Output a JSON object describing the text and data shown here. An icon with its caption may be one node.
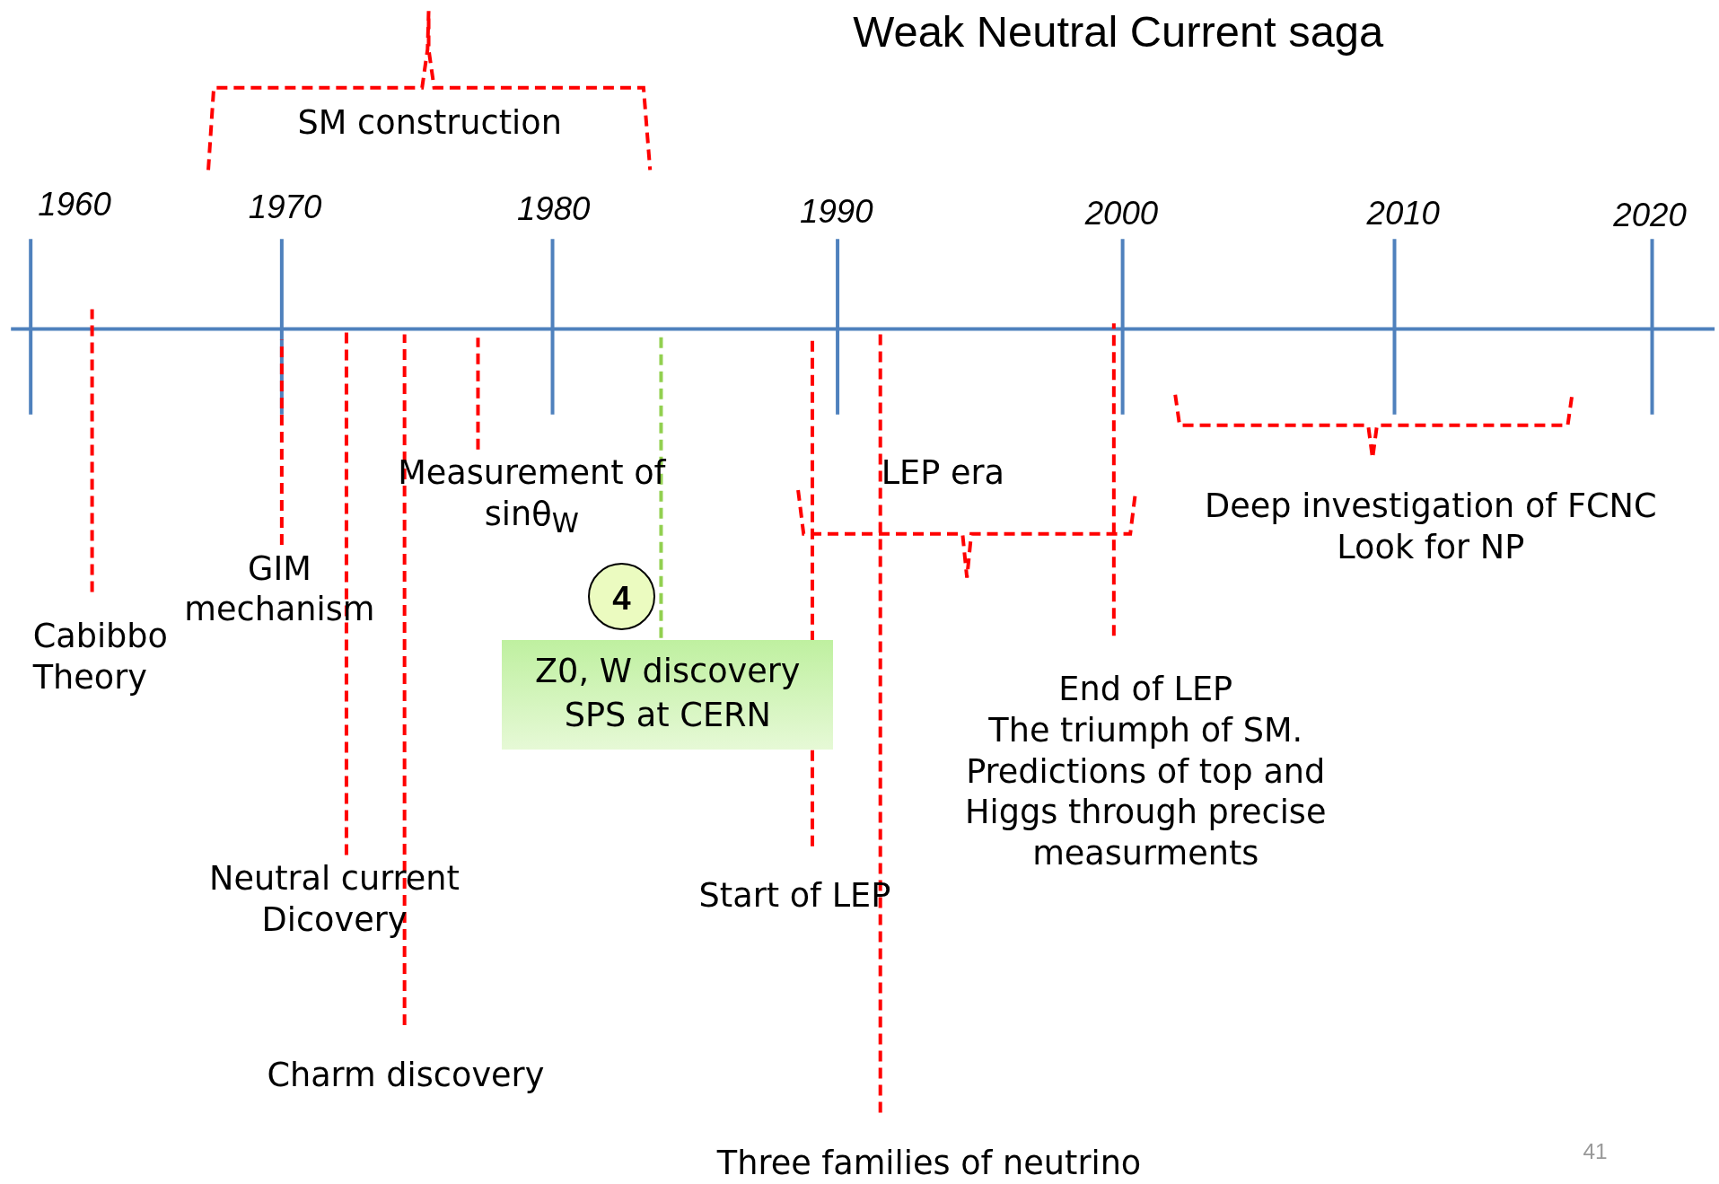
{
  "diagram": {
    "title": "Weak Neutral Current saga",
    "nodes": [
      {
        "text": [
          "Cabibbo Theory"
        ]
      },
      {
        "text": [
          "GIM mechanism"
        ]
      },
      {
        "text": [
          "Measurement of sinθ$_{W}$"
        ]
      },
      {
        "text": [
          "Neutral current Dicovery"
        ]
      },
      {
        "text": [
          "Charm discovery"
        ]
      },
      {
        "text": [
          "4"
        ]
      },
      {
        "text": [
          "Z0, W discovery SPS at CERN"
        ]
      },
      {
        "text": [
          "Start of LEP"
        ]
      },
      {
        "text": [
          "Three families of neutrino"
        ]
      },
      {
        "text": [
          "End of LEP",
          "The triumph of SM. Predictions of top and Higgs through precise measurments"
        ]
      }
    ],
    "edges": [
      {
        "from": 0,
        "to": null,
        "arrow": "none",
        "style": "dashed"
      },
      {
        "from": 1,
        "to": null,
        "arrow": "none",
        "style": "dashed"
      },
      {
        "from": 2,
        "to": null,
        "arrow": "none",
        "style": "dashed"
      },
      {
        "from": 3,
        "to": null,
        "arrow": "none",
        "style": "dashed"
      },
      {
        "from": 4,
        "to": null,
        "arrow": "none",
        "style": "dashed"
      },
      {
        "from": 6,
        "to": null,
        "arrow": "none",
        "style": "dashed",
        "color": "#92d050"
      },
      {
        "from": 7,
        "to": null,
        "arrow": "none",
        "style": "dashed"
      },
      {
        "from": 8,
        "to": null,
        "arrow": "none",
        "style": "dashed"
      },
      {
        "from": 9,
        "to": null,
        "arrow": "none",
        "style": "dashed"
      }
    ],
    "labels": [
      "SM construction",
      "1960",
      "1970",
      "1980",
      "1990",
      "2000",
      "2010",
      "2020",
      "LEP era",
      "Deep investigation of FCNC Look for NP",
      "41"
    ]
  }
}
